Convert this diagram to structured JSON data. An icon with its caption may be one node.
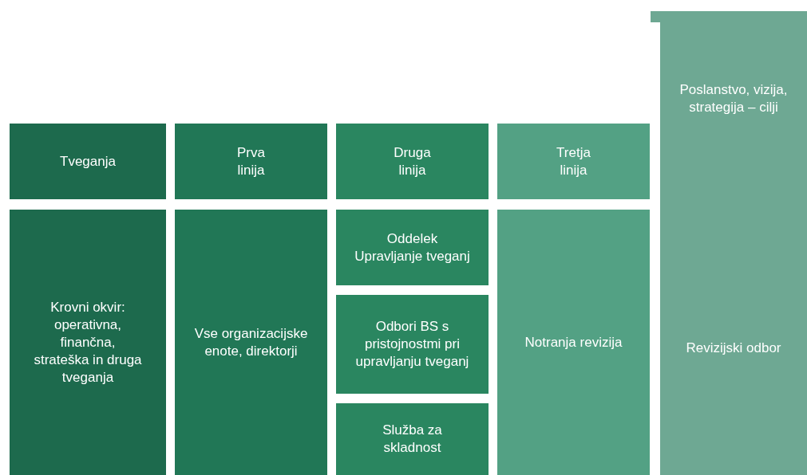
{
  "diagram": {
    "nodes": [
      {
        "text": [
          "Tveganja"
        ]
      },
      {
        "text": [
          "Prva linija"
        ]
      },
      {
        "text": [
          "Druga linija"
        ]
      },
      {
        "text": [
          "Tretja linija"
        ]
      },
      {
        "text": [
          "Poslanstvo, vizija, strategija – cilji",
          "Revizijski odbor"
        ]
      },
      {
        "text": [
          "Krovni okvir: operativna, finančna, strateška in druga tveganja"
        ]
      },
      {
        "text": [
          "Vse organizacijske enote, direktorji"
        ]
      },
      {
        "text": [
          "Oddelek Upravljanje tveganj"
        ]
      },
      {
        "text": [
          "Odbori BS s pristojnostmi pri upravljanju tveganj"
        ]
      },
      {
        "text": [
          "Služba za skladnost"
        ]
      },
      {
        "text": [
          "Notranja revizija"
        ]
      }
    ],
    "edges": []
  }
}
